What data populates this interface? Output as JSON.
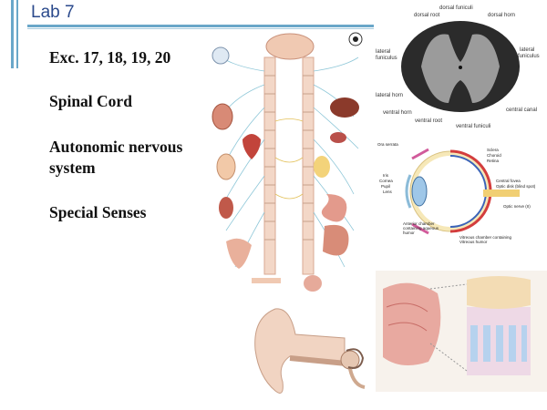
{
  "slide": {
    "title": "Lab 7",
    "lines": [
      "Exc. 17, 18, 19, 20",
      "Spinal Cord",
      "Autonomic nervous",
      "system",
      "Special Senses"
    ]
  },
  "spinal_cord_labels": {
    "dorsal_funiculi": "dorsal funiculi",
    "dorsal_root": "dorsal root",
    "dorsal_horn": "dorsal horn",
    "lateral_funiculus_left": "lateral\nfuniculus",
    "lateral_funiculus_right": "lateral\nfuniculus",
    "lateral_horn": "lateral horn",
    "ventral_horn": "ventral horn",
    "ventral_root": "ventral root",
    "ventral_funiculi": "ventral funiculi",
    "central_canal": "central canal"
  },
  "eye_labels": {
    "ora_serrata": "Ora serrata",
    "sclera": "Sclera",
    "choroid": "Choroid",
    "retina": "Retina",
    "iris": "Iris",
    "cornea": "Cornea",
    "pupil": "Pupil",
    "lens": "Lens",
    "central_fovea": "Central fovea",
    "optic_disk": "Optic disk (blind spot)",
    "optic_nerve": "Optic nerve (II)",
    "anterior_chamber": "Anterior chamber\ncontaining aqueous\nhumor",
    "vitreous_chamber": "Vitreous chamber containing\nVitreous humor"
  },
  "colors": {
    "accent": "#6aa7c9",
    "title": "#2b4a8c"
  }
}
